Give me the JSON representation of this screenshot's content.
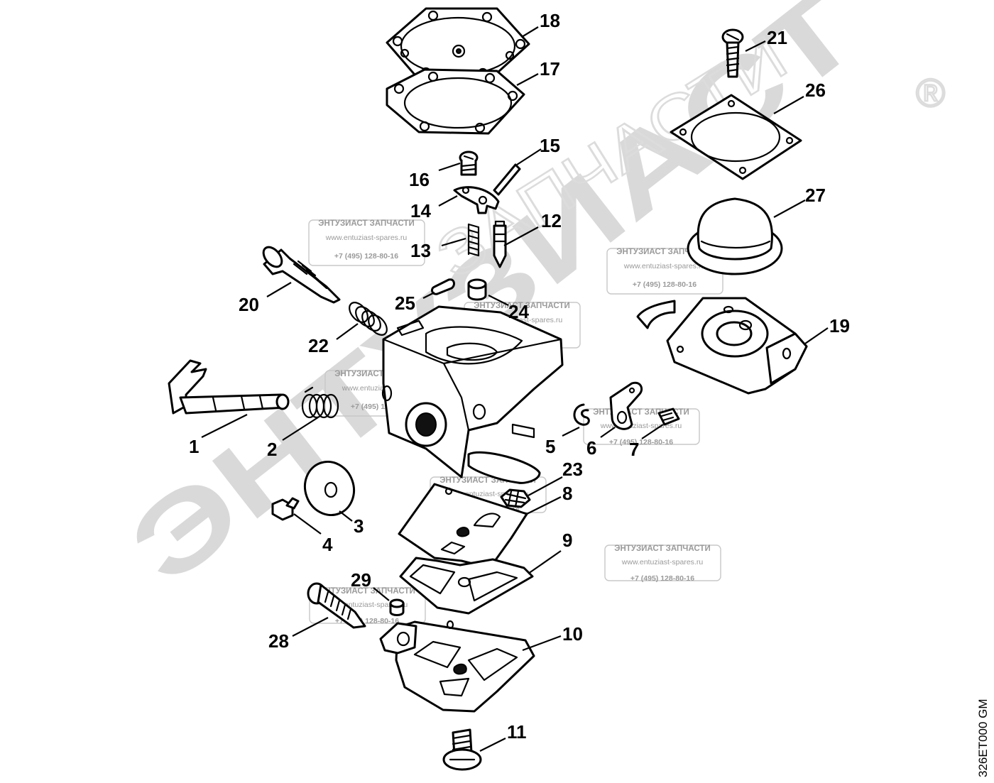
{
  "diagram": {
    "drawing_code": "326ET000 GM",
    "watermark": {
      "big_text": "ЭНТУЗИАСТ",
      "arc_text": "ЗАПЧАСТИ",
      "registered_mark": "®"
    },
    "stamp": {
      "title": "ЭНТУЗИАСТ ЗАПЧАСТИ",
      "site": "www.entuziast-spares.ru",
      "phone": "+7 (495) 128-80-16"
    },
    "callouts": {
      "c1": "1",
      "c2": "2",
      "c3": "3",
      "c4": "4",
      "c5": "5",
      "c6": "6",
      "c7": "7",
      "c8": "8",
      "c9": "9",
      "c10": "10",
      "c11": "11",
      "c12": "12",
      "c13": "13",
      "c14": "14",
      "c15": "15",
      "c16": "16",
      "c17": "17",
      "c18": "18",
      "c19": "19",
      "c20": "20",
      "c21": "21",
      "c22": "22",
      "c23": "23",
      "c24": "24",
      "c25": "25",
      "c26": "26",
      "c27": "27",
      "c28": "28",
      "c29": "29"
    }
  }
}
